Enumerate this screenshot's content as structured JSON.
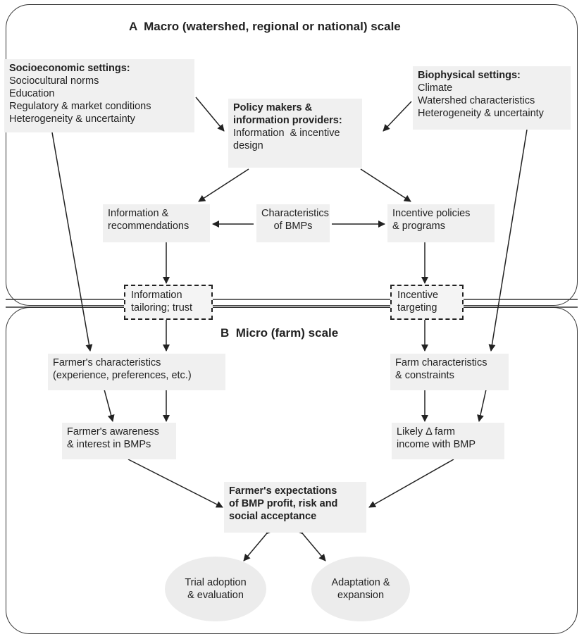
{
  "macro": {
    "label": "A  Macro (watershed, regional or national) scale"
  },
  "micro": {
    "label": "B  Micro (farm) scale"
  },
  "socioeconomic": {
    "heading": "Socioeconomic settings:",
    "lines": [
      "Sociocultural norms",
      "Education",
      "Regulatory & market conditions",
      "Heterogeneity & uncertainty"
    ]
  },
  "policy": {
    "heading_lines": [
      "Policy makers &",
      "information providers:"
    ],
    "text": "Information  & incentive design"
  },
  "biophysical": {
    "heading": "Biophysical settings:",
    "lines": [
      "Climate",
      "Watershed characteristics",
      "Heterogeneity & uncertainty"
    ]
  },
  "information": {
    "lines": [
      "Information &",
      "recommendations"
    ]
  },
  "bmp_characteristics": {
    "lines": [
      "Characteristics",
      "of BMPs"
    ]
  },
  "incentive_policies": {
    "lines": [
      "Incentive policies",
      "& programs"
    ]
  },
  "tailoring": {
    "lines": [
      "Information",
      "tailoring; trust"
    ]
  },
  "targeting": {
    "lines": [
      "Incentive",
      "targeting"
    ]
  },
  "farmer_char": {
    "lines": [
      "Farmer's characteristics",
      "(experience, preferences, etc.)"
    ]
  },
  "farm_char": {
    "lines": [
      "Farm characteristics",
      "& constraints"
    ]
  },
  "awareness": {
    "lines": [
      "Farmer's awareness",
      "& interest in BMPs"
    ]
  },
  "income": {
    "lines": [
      "Likely Δ farm",
      "income with BMP"
    ]
  },
  "expectations": {
    "lines": [
      "Farmer's expectations",
      "of BMP profit, risk and",
      "social acceptance"
    ]
  },
  "trial": {
    "lines": [
      "Trial adoption",
      "& evaluation"
    ]
  },
  "adaptation": {
    "lines": [
      "Adaptation &",
      "expansion"
    ]
  },
  "colors": {
    "box_fill": "#f0f0f0",
    "stroke": "#333333"
  }
}
